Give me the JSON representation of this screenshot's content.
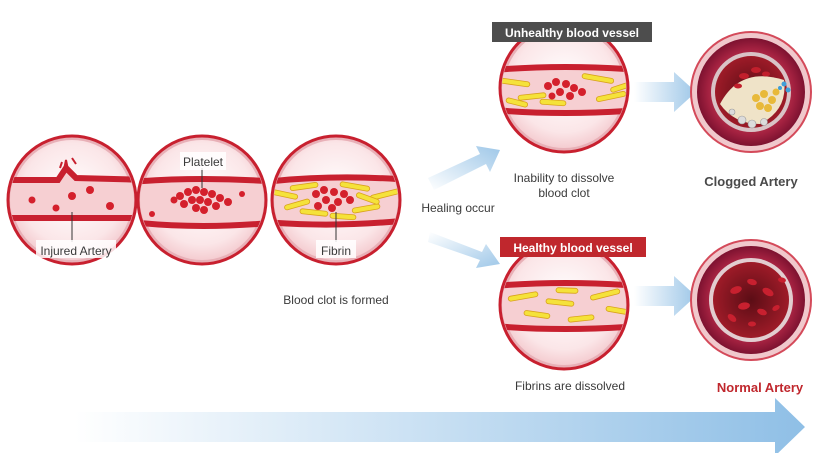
{
  "labels": {
    "injured_artery": "Injured Artery",
    "platelet": "Platelet",
    "fibrin": "Fibrin",
    "blood_clot_formed": "Blood clot is formed",
    "healing_occur": "Healing occur",
    "inability_line1": "Inability to dissolve",
    "inability_line2": "blood clot",
    "fibrins_dissolved": "Fibrins are dissolved",
    "clogged_artery": "Clogged Artery",
    "normal_artery": "Normal Artery"
  },
  "badges": {
    "unhealthy": "Unhealthy blood vessel",
    "healthy": "Healthy blood vessel"
  },
  "colors": {
    "vessel_red": "#c8202f",
    "vessel_pink": "#f3c2c6",
    "fibrin_yellow": "#f5e23a",
    "badge_unhealthy": "#4d4d4d",
    "badge_healthy": "#c0272d",
    "arrow_blue": "#9ec7e8"
  }
}
